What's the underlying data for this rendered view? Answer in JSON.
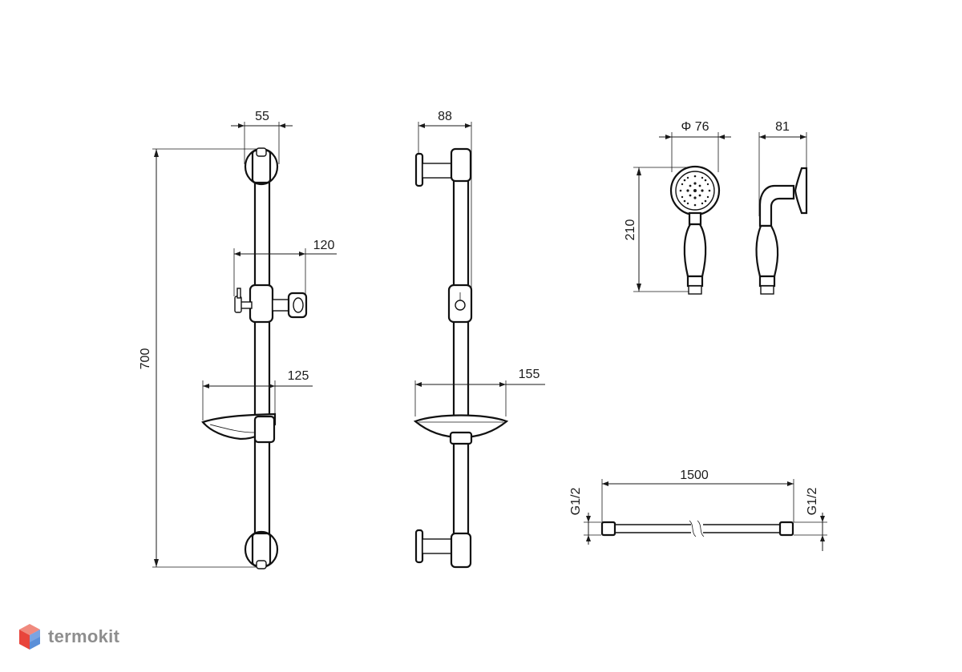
{
  "dimensions": {
    "total_height": "700",
    "rail_width": "55",
    "holder_reach": "120",
    "soap_dish_front": "125",
    "rail_depth": "88",
    "soap_dish_side": "155",
    "head_diameter": "Φ 76",
    "handle_length": "210",
    "handset_depth": "81",
    "hose_length": "1500",
    "thread_left": "G1/2",
    "thread_right": "G1/2"
  },
  "brand": {
    "name": "termokit",
    "color": "#8e8e8e",
    "logo_colors": [
      "#e8453c",
      "#5b8fd8"
    ]
  },
  "colors": {
    "line": "#1a1a1a",
    "background": "#ffffff"
  }
}
